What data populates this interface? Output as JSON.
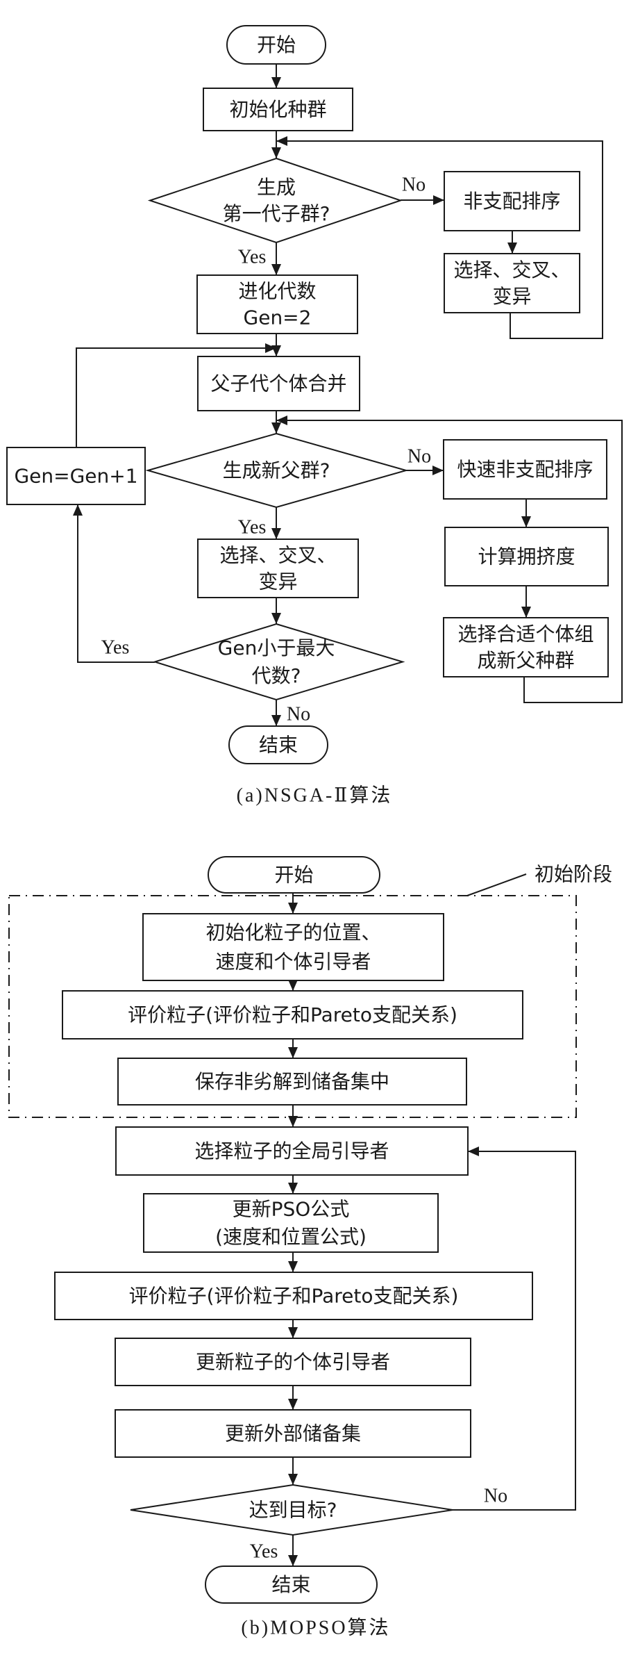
{
  "figure_a": {
    "caption": "(a)NSGA-Ⅱ算法",
    "nodes": {
      "start": "开始",
      "init_population": "初始化种群",
      "decision_first_gen": [
        "生成",
        "第一代子群?"
      ],
      "non_dominated_sort": "非支配排序",
      "select_cross_mutate_1": [
        "选择、交叉、",
        "变异"
      ],
      "evolution_gen": [
        "进化代数",
        "Gen=2"
      ],
      "merge_parent_child": "父子代个体合并",
      "decision_new_parent": "生成新父群?",
      "gen_increment": "Gen=Gen+1",
      "fast_non_dominated_sort": "快速非支配排序",
      "crowding_distance": "计算拥挤度",
      "select_new_parents": [
        "选择合适个体组",
        "成新父种群"
      ],
      "select_cross_mutate_2": [
        "选择、交叉、",
        "变异"
      ],
      "decision_max_gen": [
        "Gen小于最大",
        "代数?"
      ],
      "end": "结束"
    },
    "edge_labels": {
      "first_gen_no": "No",
      "first_gen_yes": "Yes",
      "new_parent_no": "No",
      "new_parent_yes": "Yes",
      "max_gen_yes": "Yes",
      "max_gen_no": "No"
    }
  },
  "figure_b": {
    "caption": "(b)MOPSO算法",
    "stage_label": "初始阶段",
    "nodes": {
      "start": "开始",
      "init_particles": [
        "初始化粒子的位置、",
        "速度和个体引导者"
      ],
      "evaluate_particles_1": "评价粒子(评价粒子和Pareto支配关系)",
      "save_non_inferior": "保存非劣解到储备集中",
      "select_global_leader": "选择粒子的全局引导者",
      "update_pso": [
        "更新PSO公式",
        "(速度和位置公式)"
      ],
      "evaluate_particles_2": "评价粒子(评价粒子和Pareto支配关系)",
      "update_personal_leader": "更新粒子的个体引导者",
      "update_archive": "更新外部储备集",
      "decision_goal": "达到目标?",
      "end": "结束"
    },
    "edge_labels": {
      "goal_no": "No",
      "goal_yes": "Yes"
    }
  }
}
